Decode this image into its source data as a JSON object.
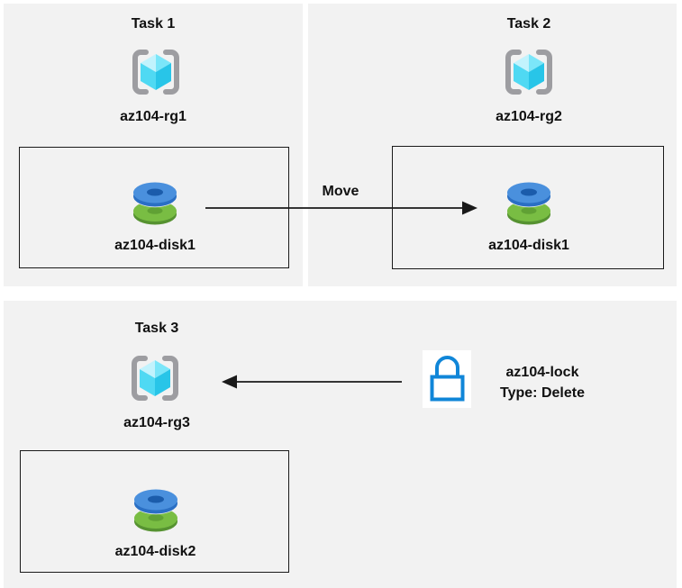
{
  "panels": {
    "task1": {
      "title": "Task 1",
      "resource_group": "az104-rg1",
      "disk": "az104-disk1"
    },
    "task2": {
      "title": "Task 2",
      "resource_group": "az104-rg2",
      "disk": "az104-disk1"
    },
    "task3": {
      "title": "Task 3",
      "resource_group": "az104-rg3",
      "disk": "az104-disk2"
    }
  },
  "arrows": {
    "move_label": "Move"
  },
  "lock": {
    "name": "az104-lock",
    "type_line": "Type: Delete"
  },
  "colors": {
    "panel_bg": "#f2f2f2",
    "box_border": "#1a1a1a",
    "arrow_black": "#1a1a1a",
    "lock_blue": "#1086d8",
    "bracket_gray": "#9d9da1",
    "cube_light": "#c2f3fd",
    "cube_mid_light": "#7be6f9",
    "cube_mid": "#4fd9f3",
    "cube_dark": "#28c5e8",
    "disk_blue_top": "#4a90dd",
    "disk_blue_side": "#2a6fc4",
    "disk_blue_hole": "#1b5cab",
    "disk_green_top": "#79bd43",
    "disk_green_side": "#569231",
    "disk_green_hole": "#60a134"
  }
}
